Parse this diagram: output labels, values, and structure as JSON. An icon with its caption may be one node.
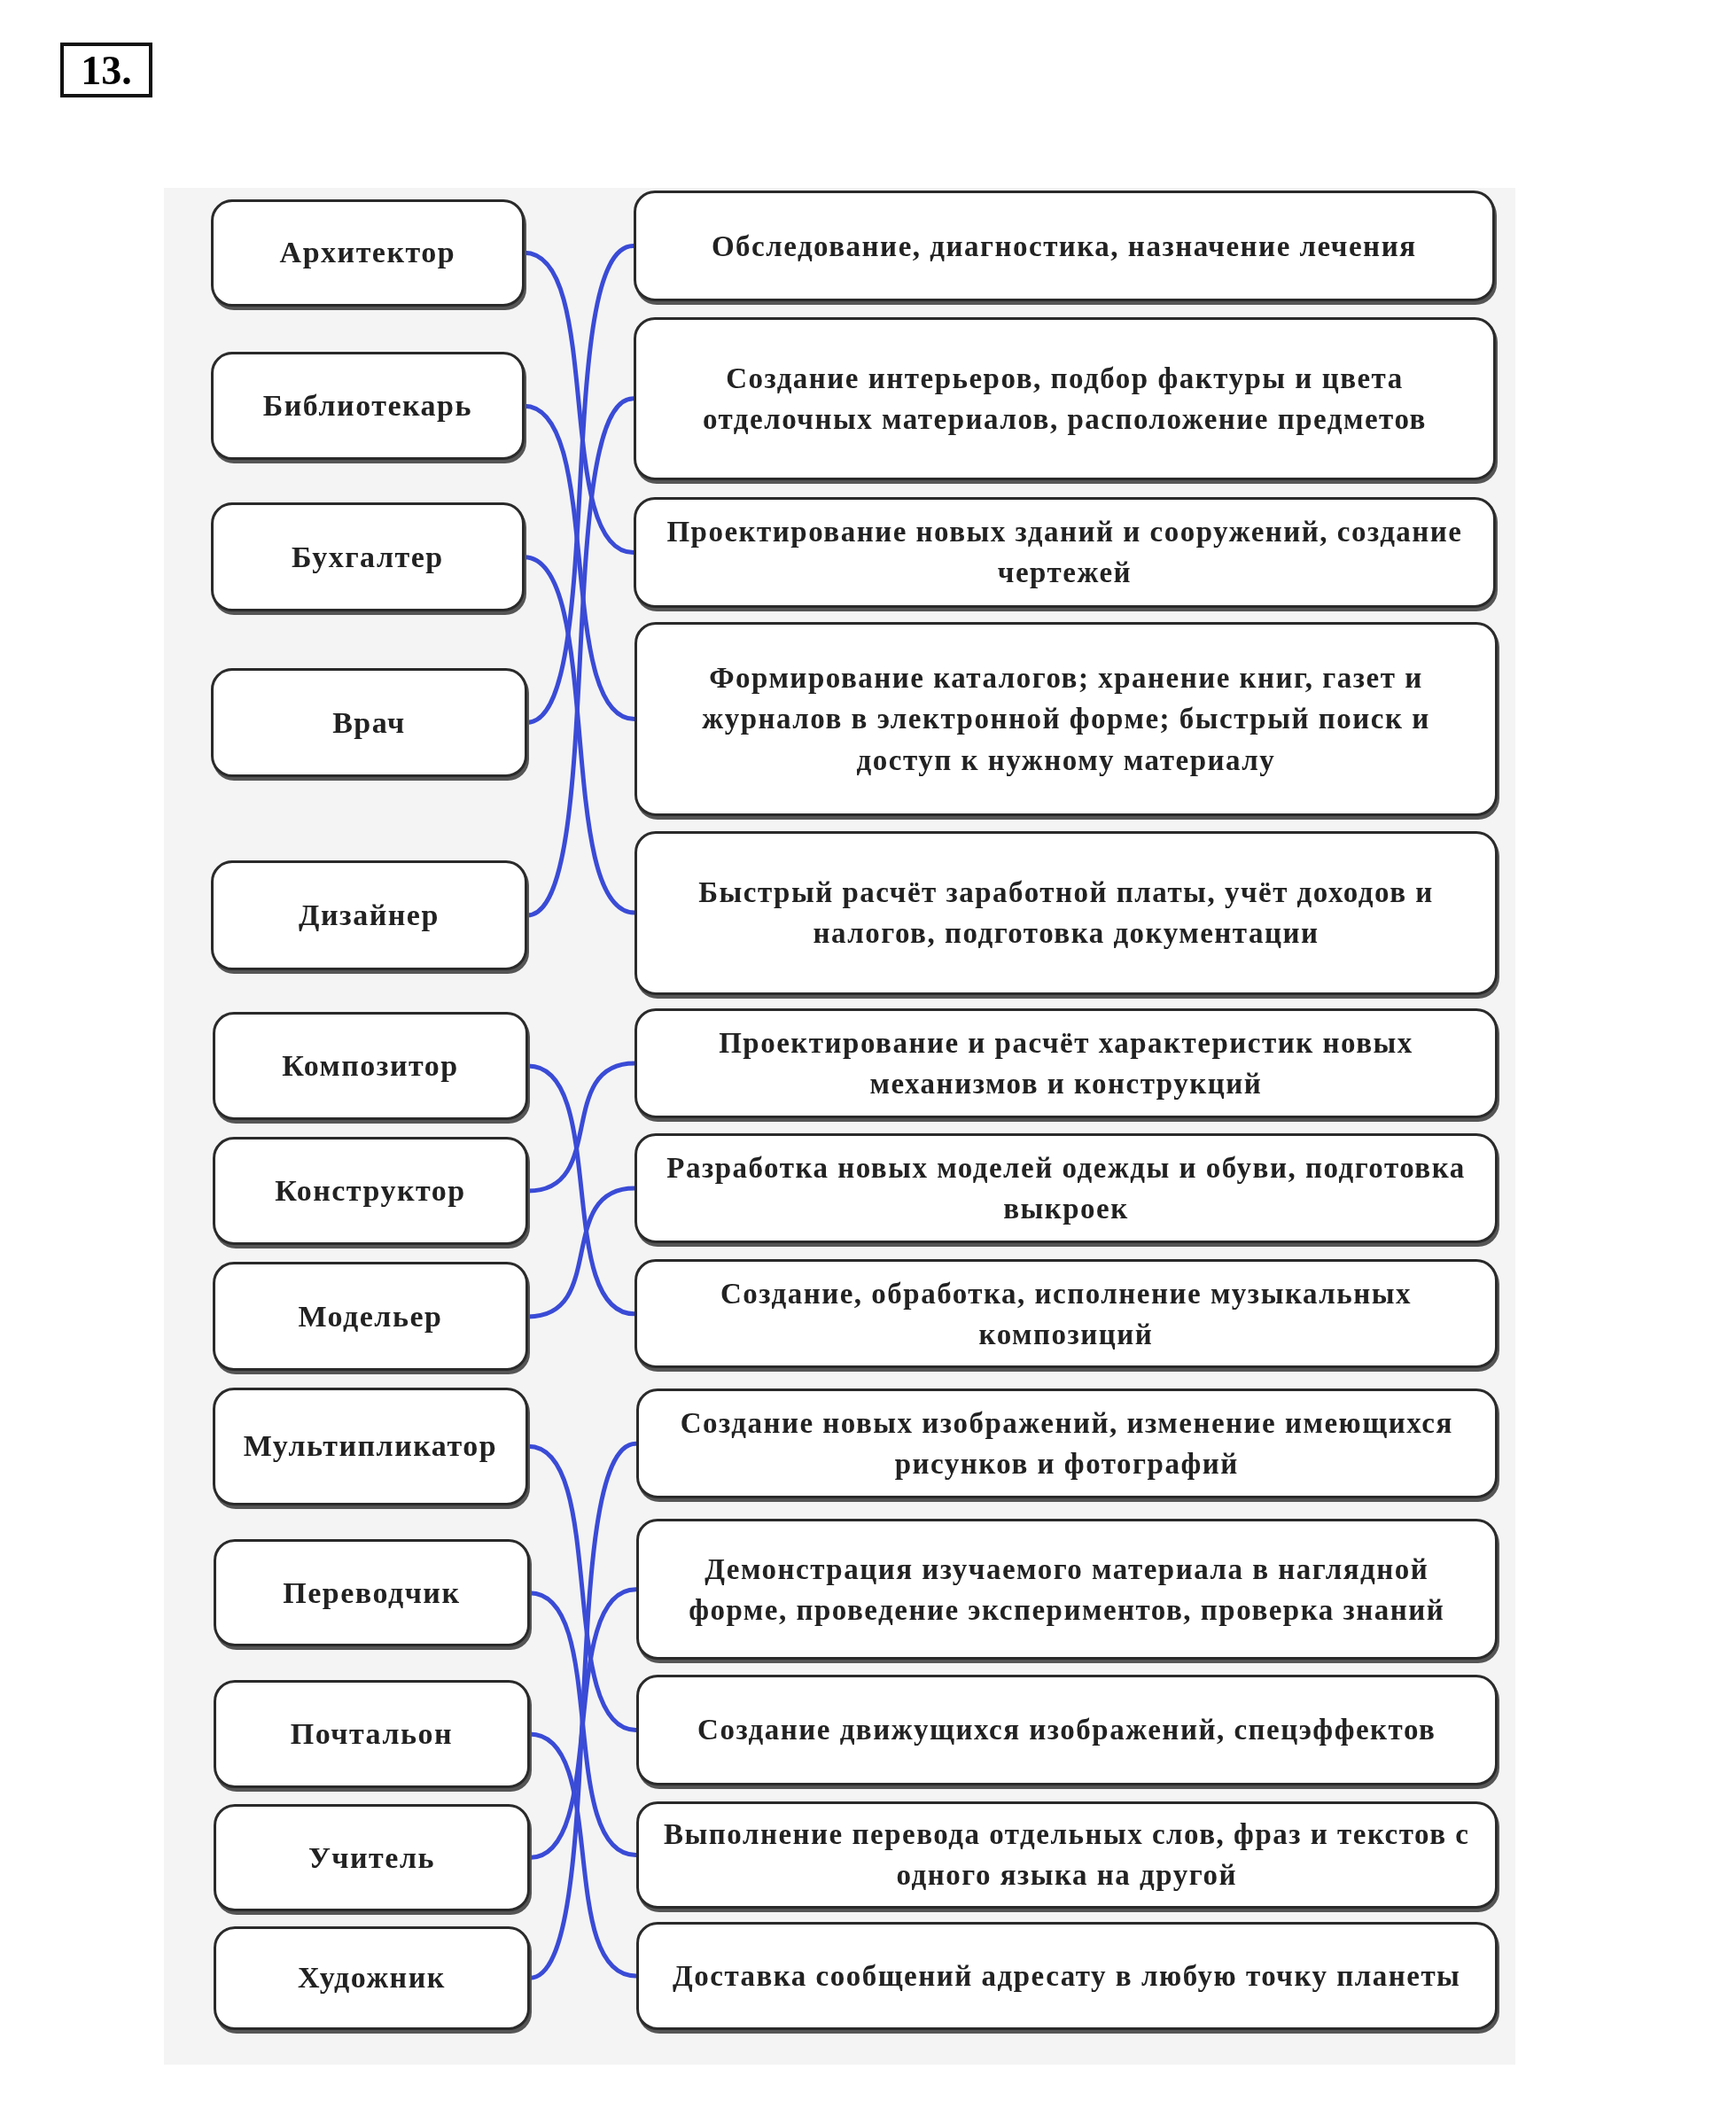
{
  "diagram": {
    "nodes": [
      {
        "text": [
          "Архитектор"
        ]
      },
      {
        "text": [
          "Библиотекарь"
        ]
      },
      {
        "text": [
          "Бухгалтер"
        ]
      },
      {
        "text": [
          "Врач"
        ]
      },
      {
        "text": [
          "Дизайнер"
        ]
      },
      {
        "text": [
          "Композитор"
        ]
      },
      {
        "text": [
          "Конструктор"
        ]
      },
      {
        "text": [
          "Модельер"
        ]
      },
      {
        "text": [
          "Мультипликатор"
        ]
      },
      {
        "text": [
          "Переводчик"
        ]
      },
      {
        "text": [
          "Почтальон"
        ]
      },
      {
        "text": [
          "Учитель"
        ]
      },
      {
        "text": [
          "Художник"
        ]
      },
      {
        "text": [
          "Обследование, диагностика, назначение лечения"
        ]
      },
      {
        "text": [
          "Создание интерьеров, подбор фактуры и цвета отделочных материалов, расположение предметов"
        ]
      },
      {
        "text": [
          "Проектирование новых зданий и сооружений, создание чертежей"
        ]
      },
      {
        "text": [
          "Формирование каталогов; хранение книг, газет и журналов в электронной форме; быстрый поиск и доступ к нужному материалу"
        ]
      },
      {
        "text": [
          "Быстрый расчёт заработной платы, учёт доходов и налогов, подготовка документации"
        ]
      },
      {
        "text": [
          "Проектирование и расчёт характеристик новых механизмов и конструкций"
        ]
      },
      {
        "text": [
          "Разработка новых моделей одежды и обуви, подготовка выкроек"
        ]
      },
      {
        "text": [
          "Создание, обработка, исполнение музыкальных композиций"
        ]
      },
      {
        "text": [
          "Создание новых изображений, изменение имеющихся рисунков и фотографий"
        ]
      },
      {
        "text": [
          "Демонстрация изучаемого материала в наглядной форме, проведение экспериментов, проверка знаний"
        ]
      },
      {
        "text": [
          "Создание движущихся изображений, спецэффектов"
        ]
      },
      {
        "text": [
          "Выполнение перевода отдельных слов, фраз и текстов с одного языка на другой"
        ]
      },
      {
        "text": [
          "Доставка сообщений адресату в любую точку планеты"
        ]
      }
    ],
    "edges": [
      {
        "from": 0,
        "to": 15,
        "arrow": "none"
      },
      {
        "from": 1,
        "to": 16,
        "arrow": "none"
      },
      {
        "from": 2,
        "to": 17,
        "arrow": "none"
      },
      {
        "from": 3,
        "to": 13,
        "arrow": "none"
      },
      {
        "from": 4,
        "to": 14,
        "arrow": "none"
      },
      {
        "from": 5,
        "to": 20,
        "arrow": "none"
      },
      {
        "from": 6,
        "to": 18,
        "arrow": "none"
      },
      {
        "from": 7,
        "to": 19,
        "arrow": "none"
      },
      {
        "from": 8,
        "to": 23,
        "arrow": "none"
      },
      {
        "from": 9,
        "to": 24,
        "arrow": "none"
      },
      {
        "from": 10,
        "to": 25,
        "arrow": "none"
      },
      {
        "from": 11,
        "to": 22,
        "arrow": "none"
      },
      {
        "from": 12,
        "to": 21,
        "arrow": "none"
      }
    ],
    "labels": [
      "13."
    ]
  }
}
